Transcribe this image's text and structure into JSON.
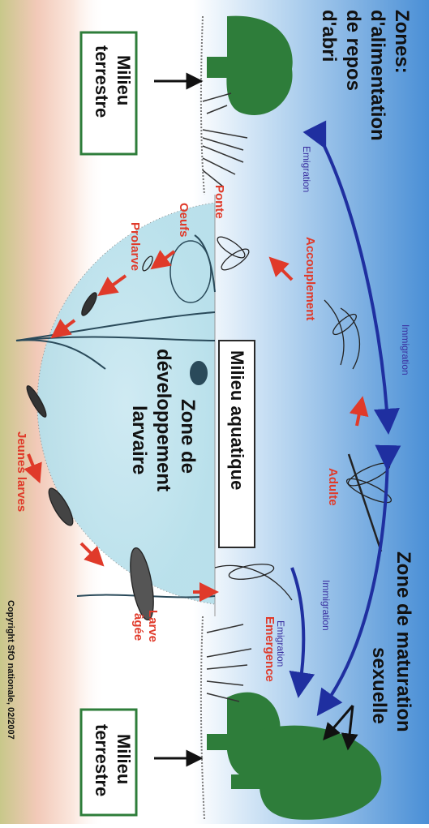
{
  "labels": {
    "zones_title": "Zones:",
    "zones_line2": "d'alimentation",
    "zones_line3": "de repos",
    "zones_line4": "d'abri",
    "zone_maturation_1": "Zone de maturation",
    "zone_maturation_2": "sexuelle",
    "milieu_terrestre": "Milieu terrestre",
    "milieu_terrestre_line1": "Milieu",
    "milieu_terrestre_line2": "terrestre",
    "milieu_aquatique": "Milieu aquatique",
    "zone_dev_1": "Zone de",
    "zone_dev_2": "développement",
    "zone_dev_3": "larvaire",
    "emigration": "Emigration",
    "immigration": "Immigration",
    "accouplement": "Accouplement",
    "adulte": "Adulte",
    "ponte": "Ponte",
    "oeufs": "Oeufs",
    "prolarve": "Prolarve",
    "jeunes_larves": "Jeunes larves",
    "larve_agee": "Larve âgée",
    "emergence": "Emergence",
    "copyright": "Copyright SfO nationale, 02/2007"
  },
  "colors": {
    "sky_top": "#4a8fd6",
    "water": "#bfe4ef",
    "tree": "#2e7d3a",
    "stage_label": "#e03a2a",
    "migration_arrow": "#1f2fa0",
    "migration_label": "#3a2fa0",
    "box_border_green": "#2e7d3a"
  }
}
